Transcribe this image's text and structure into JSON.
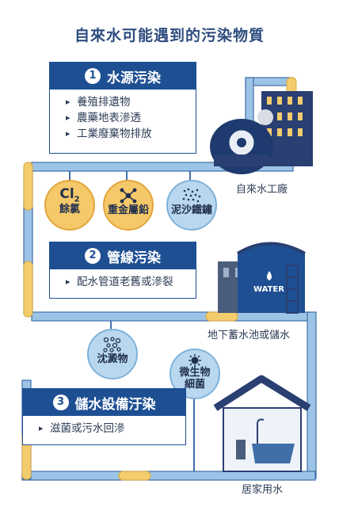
{
  "title": "自來水可能遇到的污染物質",
  "sections": [
    {
      "num": "1",
      "heading": "水源污染",
      "items": [
        "養殖排遺物",
        "農藥地表滲透",
        "工業廢棄物排放"
      ]
    },
    {
      "num": "2",
      "heading": "管線污染",
      "items": [
        "配水管道老舊或滲裂"
      ]
    },
    {
      "num": "3",
      "heading": "儲水設備汙染",
      "items": [
        "滋菌或污水回滲"
      ]
    }
  ],
  "contaminants": {
    "chlorine": {
      "formula": "Cl",
      "sub": "2",
      "label": "餘氯"
    },
    "heavy_metal": {
      "label": "重金屬鉛"
    },
    "sediment": {
      "label": "泥沙鐵鏽"
    },
    "precipitate": {
      "label": "沈澱物"
    },
    "microbes": {
      "line1": "微生物",
      "line2": "細菌"
    }
  },
  "locations": {
    "plant": "自來水工廠",
    "reservoir": "地下蓄水池或儲水",
    "home": "居家用水",
    "tank_text": "WATER"
  },
  "colors": {
    "pipe_blue": "#9cc4e6",
    "pipe_edge": "#3f6ea8",
    "pipe_yellow": "#f3cc6e",
    "navy": "#1e4f93"
  }
}
